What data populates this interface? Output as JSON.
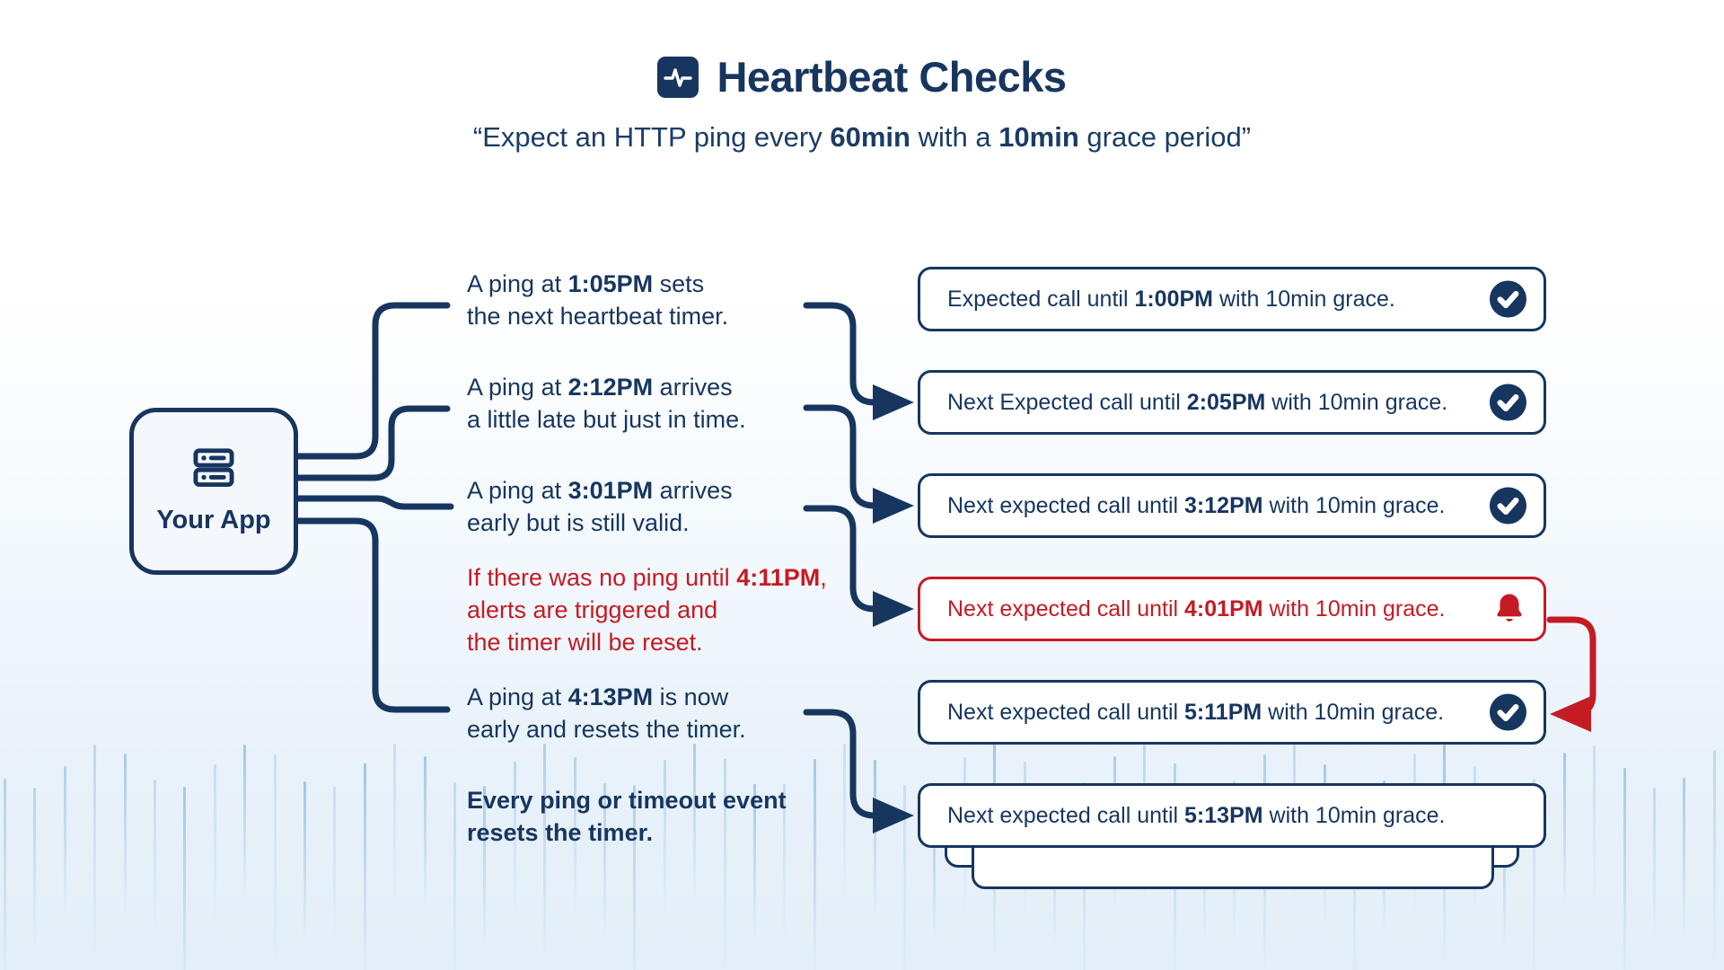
{
  "colors": {
    "navy": "#16365f",
    "red": "#c41b24",
    "node_bg": "#f4f8fc",
    "wave_blue": "#6ea9d4"
  },
  "header": {
    "icon": "activity-icon",
    "title": "Heartbeat Checks",
    "subtitle_segments": [
      {
        "t": "“Expect an HTTP ping every "
      },
      {
        "t": "60min",
        "b": true
      },
      {
        "t": " with a "
      },
      {
        "t": "10min",
        "b": true
      },
      {
        "t": " grace period”"
      }
    ]
  },
  "app_node": {
    "icon": "server-icon",
    "label": "Your App"
  },
  "annotations": [
    {
      "id": "ping-105",
      "style": "normal",
      "segments": [
        {
          "t": "A ping at "
        },
        {
          "t": "1:05PM",
          "b": true
        },
        {
          "t": " sets\nthe next heartbeat timer."
        }
      ]
    },
    {
      "id": "ping-212",
      "style": "normal",
      "segments": [
        {
          "t": "A ping at "
        },
        {
          "t": "2:12PM",
          "b": true
        },
        {
          "t": " arrives\na little late but just in time."
        }
      ]
    },
    {
      "id": "ping-301",
      "style": "normal",
      "segments": [
        {
          "t": "A ping at "
        },
        {
          "t": "3:01PM",
          "b": true
        },
        {
          "t": " arrives\nearly but is still valid."
        }
      ]
    },
    {
      "id": "no-ping-411",
      "style": "alert",
      "segments": [
        {
          "t": "If there was no ping until "
        },
        {
          "t": "4:11PM",
          "b": true
        },
        {
          "t": ",\nalerts are triggered and\nthe timer will be reset."
        }
      ]
    },
    {
      "id": "ping-413",
      "style": "normal",
      "segments": [
        {
          "t": "A ping at "
        },
        {
          "t": "4:13PM",
          "b": true
        },
        {
          "t": " is now\nearly and resets the timer."
        }
      ]
    },
    {
      "id": "reset-note",
      "style": "bold",
      "segments": [
        {
          "t": "Every ping or timeout event\nresets the timer.",
          "b": true
        }
      ]
    }
  ],
  "boxes": [
    {
      "id": "timer-1",
      "status_icon": "check-circle-icon",
      "variant": "normal",
      "segments": [
        {
          "t": "Expected call until "
        },
        {
          "t": "1:00PM",
          "b": true
        },
        {
          "t": " with 10min grace."
        }
      ]
    },
    {
      "id": "timer-2",
      "status_icon": "check-circle-icon",
      "variant": "normal",
      "segments": [
        {
          "t": "Next Expected call until "
        },
        {
          "t": "2:05PM",
          "b": true
        },
        {
          "t": " with 10min grace."
        }
      ]
    },
    {
      "id": "timer-3",
      "status_icon": "check-circle-icon",
      "variant": "normal",
      "segments": [
        {
          "t": "Next expected call until "
        },
        {
          "t": "3:12PM",
          "b": true
        },
        {
          "t": " with 10min grace."
        }
      ]
    },
    {
      "id": "timer-4",
      "status_icon": "alert-bell-icon",
      "variant": "alert",
      "segments": [
        {
          "t": "Next expected call until "
        },
        {
          "t": "4:01PM",
          "b": true
        },
        {
          "t": " with 10min grace."
        }
      ]
    },
    {
      "id": "timer-5",
      "status_icon": "check-circle-icon",
      "variant": "normal",
      "segments": [
        {
          "t": "Next expected call until "
        },
        {
          "t": "5:11PM",
          "b": true
        },
        {
          "t": " with 10min grace."
        }
      ]
    },
    {
      "id": "timer-6",
      "status_icon": "none",
      "variant": "normal",
      "segments": [
        {
          "t": "Next expected call until "
        },
        {
          "t": "5:13PM",
          "b": true
        },
        {
          "t": " with 10min grace."
        }
      ]
    }
  ]
}
